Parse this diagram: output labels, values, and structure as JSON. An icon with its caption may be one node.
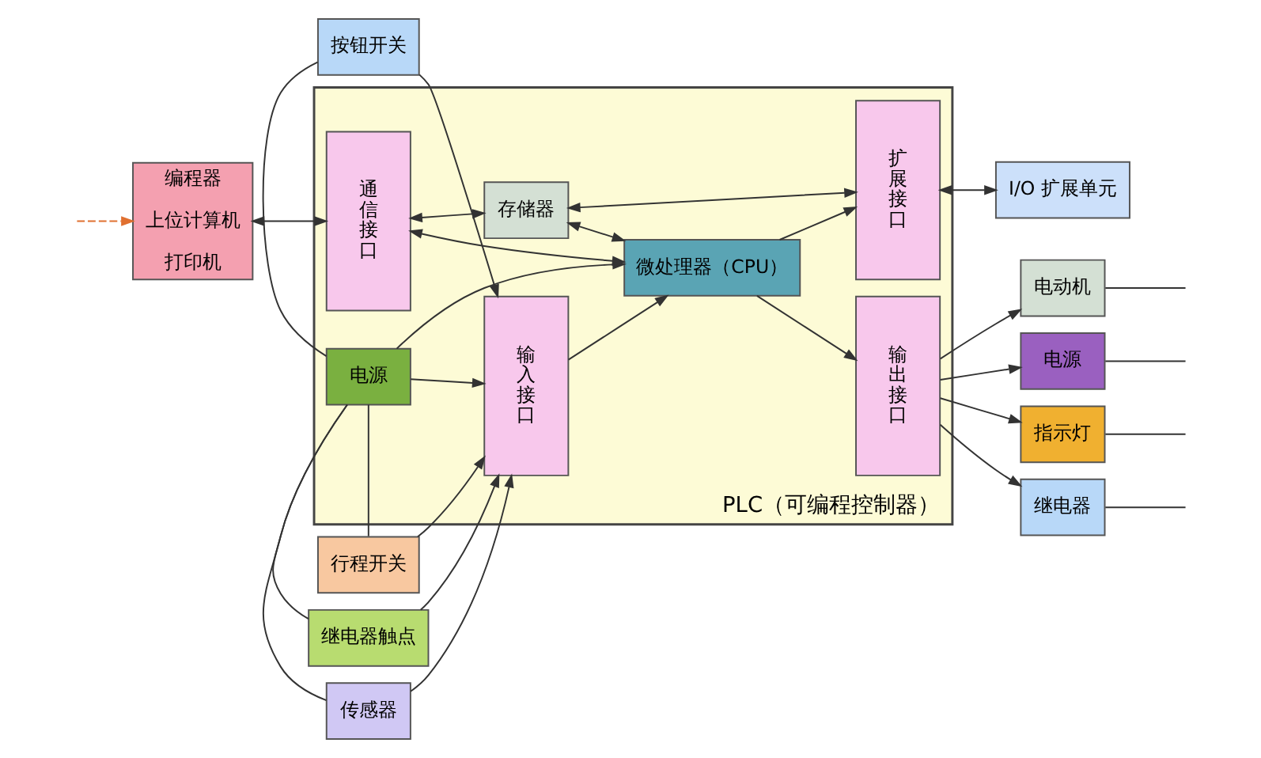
{
  "diagram": {
    "nodes": [
      {
        "text": [
          "PLC（可编程控制器）"
        ]
      },
      {
        "text": [
          "编程器",
          "上位计算机",
          "打印机"
        ]
      },
      {
        "text": [
          "通信接口"
        ],
        "in": 0
      },
      {
        "text": [
          "存储器"
        ],
        "in": 0
      },
      {
        "text": [
          "扩展接口"
        ],
        "in": 0
      },
      {
        "text": [
          "I/O 扩展单元"
        ]
      },
      {
        "text": [
          "按钮开关"
        ]
      },
      {
        "text": [
          "行程开关"
        ]
      },
      {
        "text": [
          "继电器触点"
        ]
      },
      {
        "text": [
          "传感器"
        ]
      },
      {
        "text": [
          "输入接口"
        ],
        "in": 0
      },
      {
        "text": [
          "微处理器（CPU）"
        ],
        "in": 0
      },
      {
        "text": [
          "输出接口"
        ],
        "in": 0
      },
      {
        "text": [
          "指示灯"
        ]
      },
      {
        "text": [
          "继电器"
        ]
      },
      {
        "text": [
          "电动机"
        ]
      },
      {
        "text": [
          "电源"
        ]
      },
      {
        "text": [
          "电源"
        ],
        "in": 0
      }
    ],
    "edges": [
      {
        "from": null,
        "to": 1,
        "arrow": "to",
        "style": "dashed",
        "color": "#e07030"
      },
      {
        "from": 1,
        "to": 2,
        "arrow": "both"
      },
      {
        "from": 2,
        "to": 3,
        "arrow": "both"
      },
      {
        "from": 3,
        "to": 4,
        "arrow": "both"
      },
      {
        "from": 4,
        "to": 5,
        "arrow": "both"
      },
      {
        "from": 2,
        "to": 11,
        "arrow": "both"
      },
      {
        "from": 3,
        "to": 11,
        "arrow": "both"
      },
      {
        "from": 11,
        "to": 4,
        "arrow": "to"
      },
      {
        "from": 6,
        "to": 10,
        "arrow": "to"
      },
      {
        "from": 7,
        "to": 10,
        "arrow": "to"
      },
      {
        "from": 8,
        "to": 10,
        "arrow": "to"
      },
      {
        "from": 9,
        "to": 10,
        "arrow": "to"
      },
      {
        "from": 10,
        "to": 11,
        "arrow": "to"
      },
      {
        "from": 17,
        "to": 10,
        "arrow": "to"
      },
      {
        "from": 17,
        "to": 11,
        "arrow": "to"
      },
      {
        "from": 11,
        "to": 12,
        "arrow": "to"
      },
      {
        "from": 12,
        "to": 13,
        "arrow": "to"
      },
      {
        "from": 12,
        "to": 14,
        "arrow": "to"
      },
      {
        "from": 12,
        "to": 15,
        "arrow": "to"
      },
      {
        "from": 12,
        "to": 16,
        "arrow": "to"
      },
      {
        "from": 17,
        "to": 6,
        "arrow": "none"
      },
      {
        "from": 17,
        "to": 7,
        "arrow": "none"
      },
      {
        "from": 17,
        "to": 8,
        "arrow": "none"
      },
      {
        "from": 17,
        "to": 9,
        "arrow": "none"
      },
      {
        "from": 13,
        "to": null,
        "arrow": "none"
      },
      {
        "from": 14,
        "to": null,
        "arrow": "none"
      },
      {
        "from": 15,
        "to": null,
        "arrow": "none"
      },
      {
        "from": 16,
        "to": null,
        "arrow": "none"
      }
    ]
  }
}
